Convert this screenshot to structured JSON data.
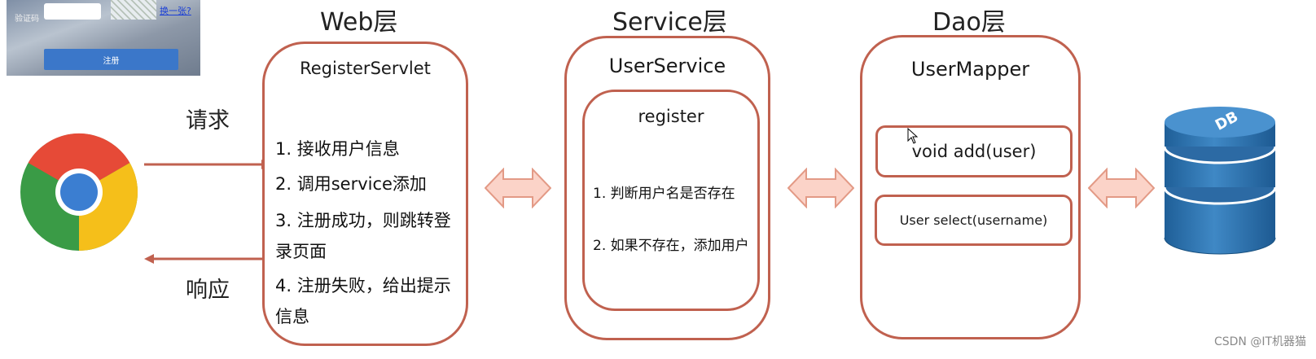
{
  "layers": {
    "web": "Web层",
    "service": "Service层",
    "dao": "Dao层"
  },
  "login_thumbnail": {
    "captcha_label": "验证码",
    "change_link": "换一张?",
    "register_button": "注册"
  },
  "browser": {
    "request_label": "请求",
    "response_label": "响应"
  },
  "web_box": {
    "title": "RegisterServlet",
    "steps": [
      "1. 接收用户信息",
      "2. 调用service添加",
      "3. 注册成功，则跳转登录页面",
      "4. 注册失败，给出提示信息"
    ]
  },
  "service_box": {
    "title": "UserService",
    "method": "register",
    "steps": [
      "1. 判断用户名是否存在",
      "2. 如果不存在，添加用户"
    ]
  },
  "dao_box": {
    "title": "UserMapper",
    "methods": [
      "void add(user)",
      "User select(username)"
    ]
  },
  "database": {
    "label": "DB"
  },
  "watermark": "CSDN @IT机器猫",
  "colors": {
    "border": "#c0614f",
    "arrow_fill": "#fbd3c8",
    "arrow_stroke": "#e39a86",
    "db_blue": "#2f73ad"
  }
}
